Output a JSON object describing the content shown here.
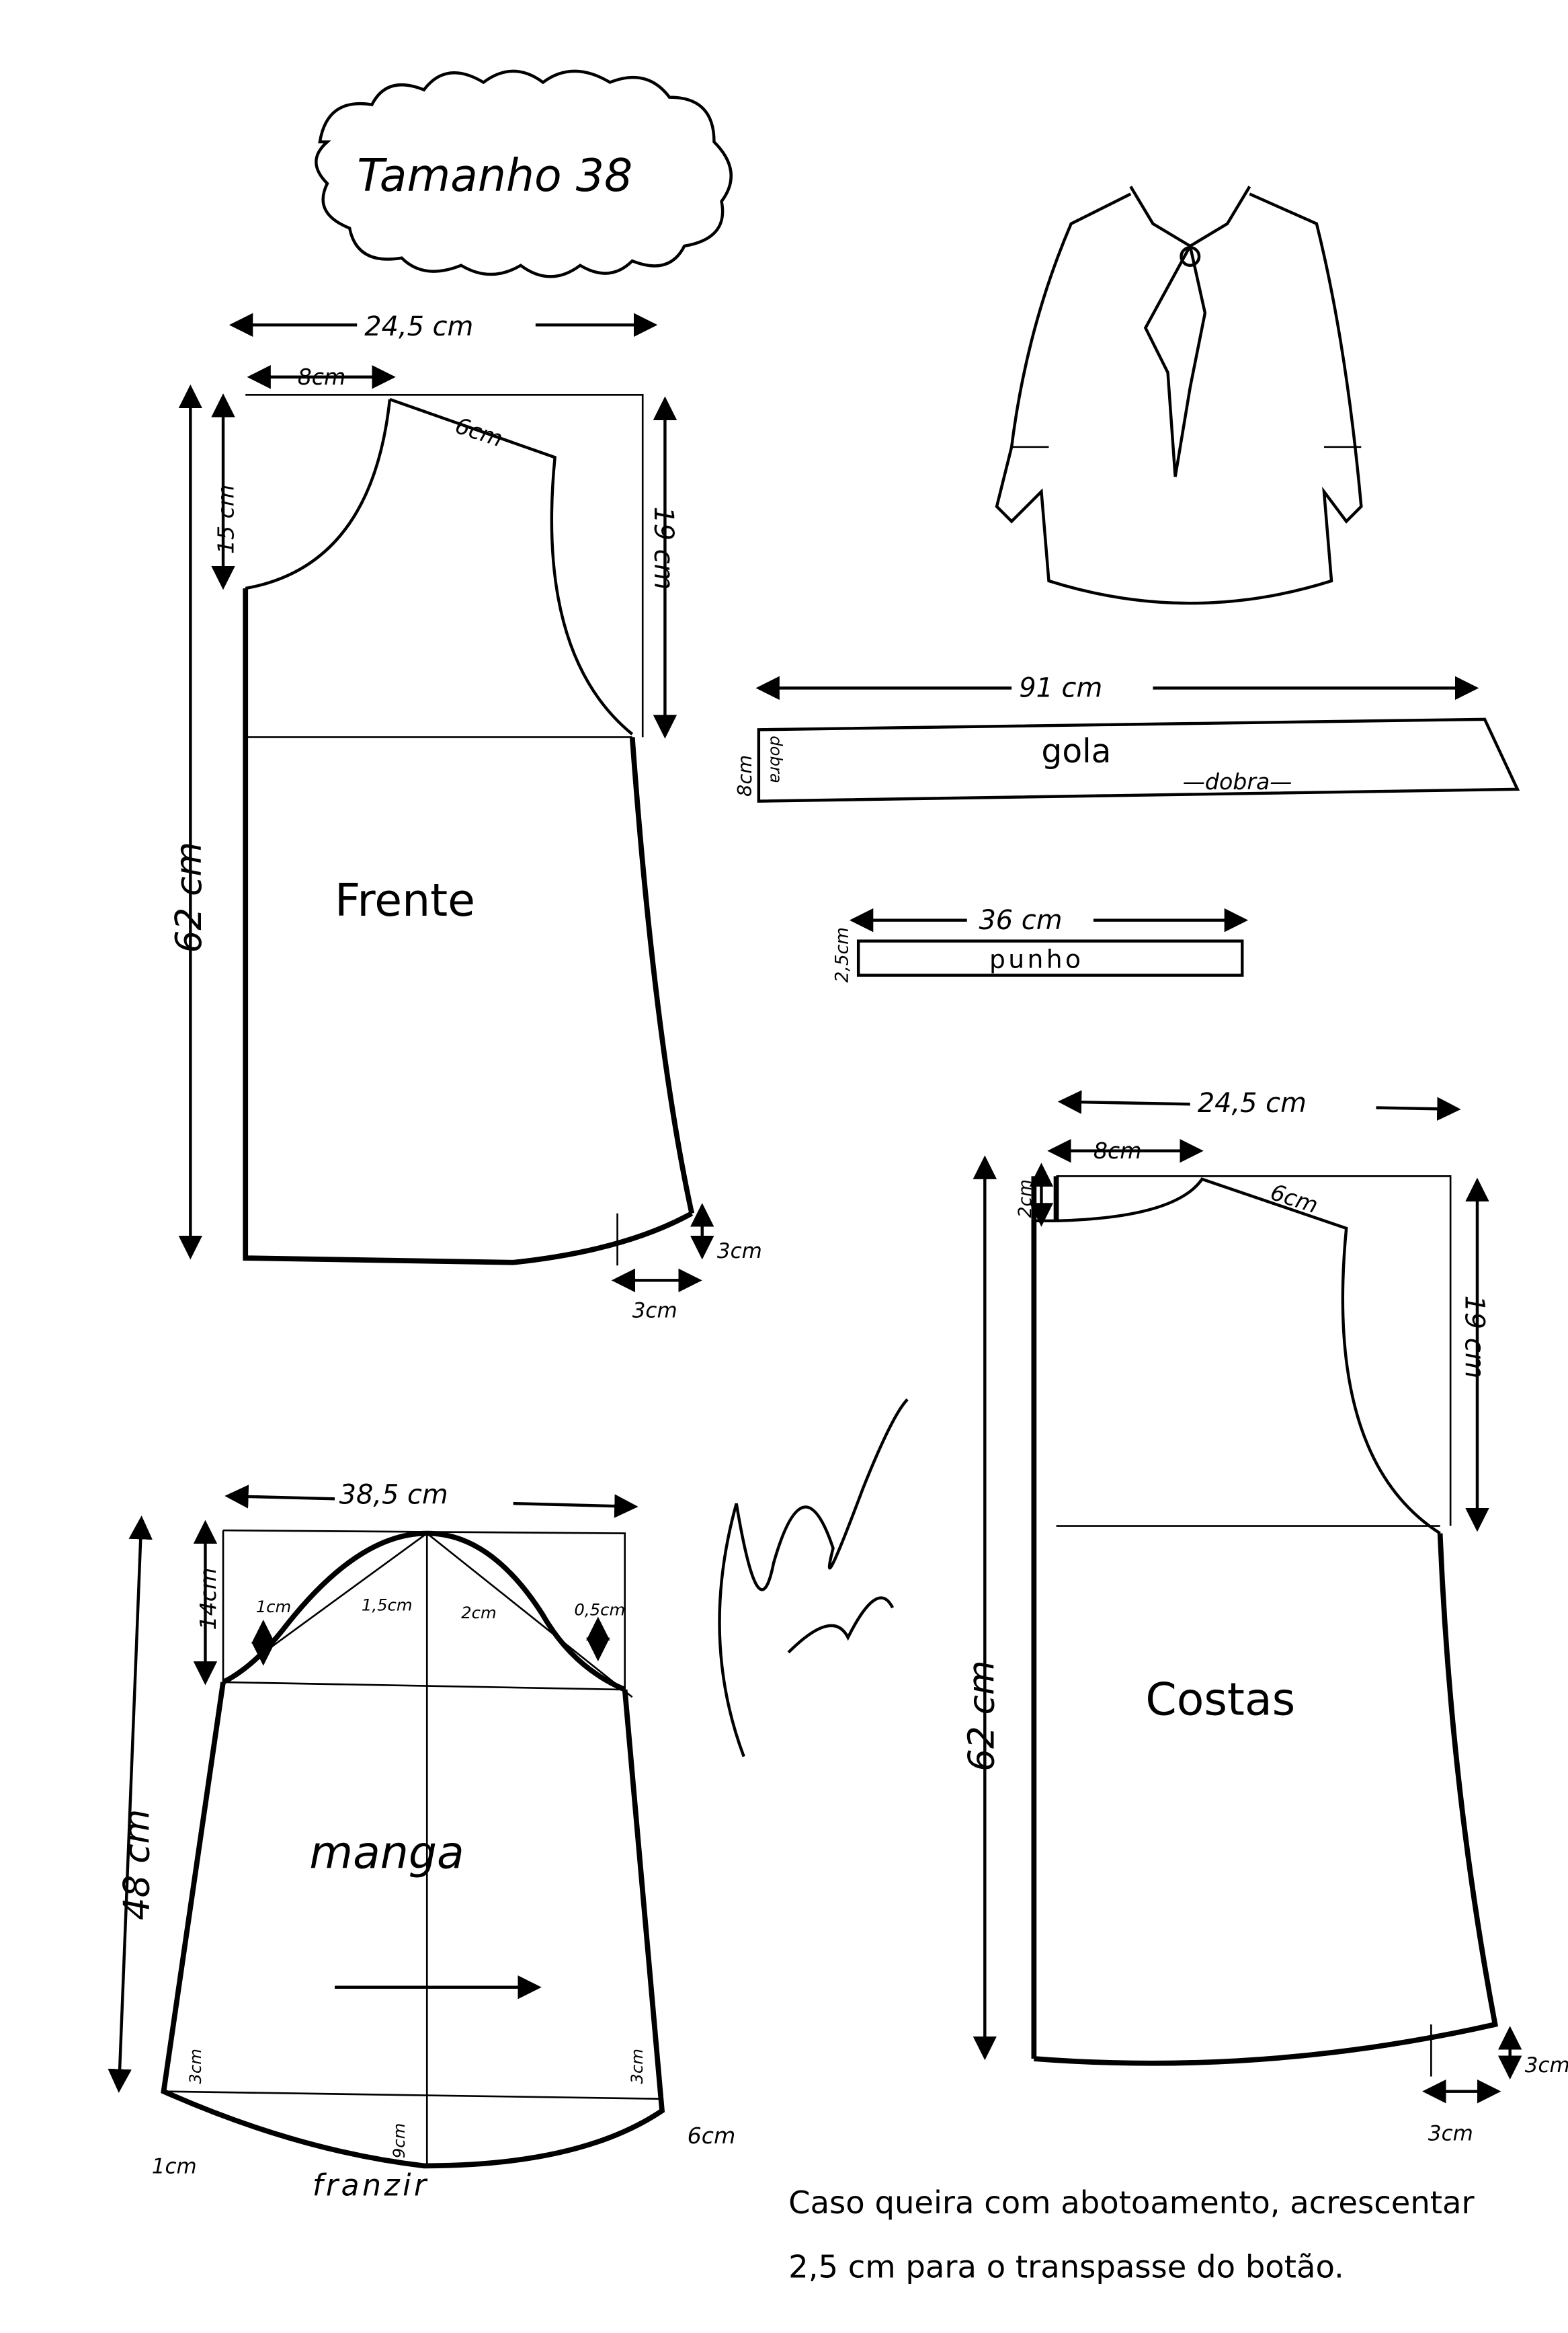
{
  "title": "Tamanho 38",
  "signature": "Marlene Mukai",
  "frente": {
    "name": "Frente",
    "width": "24,5 cm",
    "neck_width": "8cm",
    "shoulder": "6cm",
    "neck_depth": "15 cm",
    "armhole_depth": "19 cm",
    "length": "62 cm",
    "hem_rise": "3cm",
    "hem_in": "3cm"
  },
  "gola": {
    "name": "gola",
    "length": "91 cm",
    "height": "8cm",
    "fold_side": "dobra",
    "fold_bottom": "—dobra—"
  },
  "punho": {
    "name": "punho",
    "length": "36 cm",
    "height": "2,5cm"
  },
  "costas": {
    "name": "Costas",
    "width": "24,5 cm",
    "neck_width": "8cm",
    "neck_depth": "2cm",
    "shoulder": "6cm",
    "armhole_depth": "19 cm",
    "length": "62 cm",
    "hem_rise": "3cm",
    "hem_in": "3cm"
  },
  "manga": {
    "name": "manga",
    "width": "38,5 cm",
    "cap_height": "14cm",
    "curve_1": "1cm",
    "curve_2": "1,5cm",
    "curve_3": "2cm",
    "curve_4": "0,5cm",
    "length": "48 cm",
    "left_hem": "3cm",
    "right_hem": "3cm",
    "center_drop": "9cm",
    "left_out": "1cm",
    "right_out": "6cm",
    "gather": "franzir"
  },
  "note": {
    "line1": "Caso queira com abotoamento, acrescentar",
    "line2": "2,5 cm para o transpasse do botão."
  }
}
